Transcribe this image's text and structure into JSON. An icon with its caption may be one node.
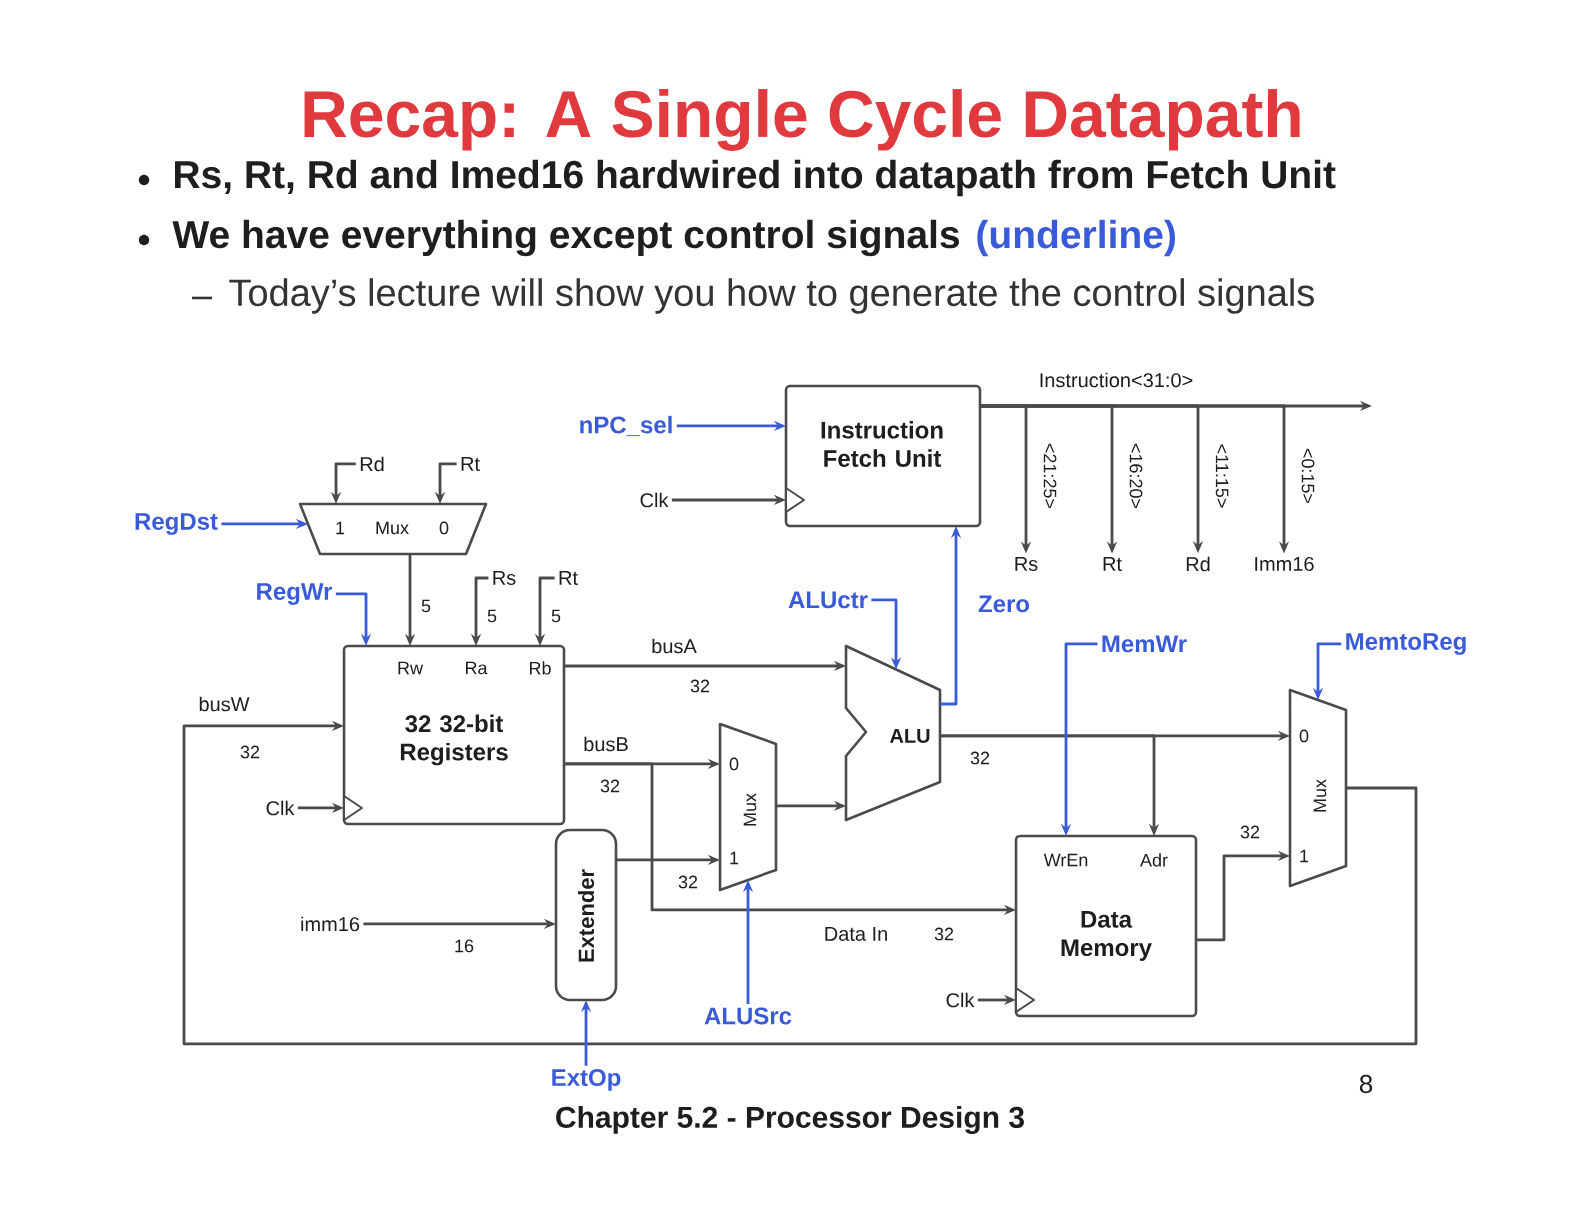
{
  "diagram": {
    "title": "Recap: A Single Cycle Datapath",
    "caption": "Chapter 5.2 - Processor Design 3",
    "nodes": [
      {
        "text": [
          "nPC_sel"
        ]
      },
      {
        "text": [
          "Instruction Fetch Unit"
        ]
      },
      {
        "text": [
          "Clk"
        ]
      },
      {
        "text": [
          "Rd"
        ]
      },
      {
        "text": [
          "Rt"
        ]
      },
      {
        "text": [
          "RegDst"
        ]
      },
      {
        "text": [
          "1",
          "Mux",
          "0"
        ]
      },
      {
        "text": [
          "Rs"
        ]
      },
      {
        "text": [
          "Rt"
        ]
      },
      {
        "text": [
          "Rd"
        ]
      },
      {
        "text": [
          "Imm16"
        ]
      },
      {
        "text": [
          "RegWr"
        ]
      },
      {
        "text": [
          "Rs"
        ]
      },
      {
        "text": [
          "Rt"
        ]
      },
      {
        "text": [
          "ALUctr"
        ]
      },
      {
        "text": [
          "MemWr"
        ]
      },
      {
        "text": [
          "MemtoReg"
        ]
      },
      {
        "text": [
          "Rw",
          "Ra",
          "Rb",
          "32 32-bit Registers"
        ]
      },
      {
        "text": [
          "ALU"
        ]
      },
      {
        "text": [
          "0",
          "Mux",
          "1"
        ]
      },
      {
        "text": [
          "0",
          "Mux",
          "1"
        ]
      },
      {
        "text": [
          "Clk"
        ]
      },
      {
        "text": [
          "WrEn",
          "Adr",
          "Data Memory"
        ]
      },
      {
        "text": [
          "Extender"
        ]
      },
      {
        "text": [
          "imm16"
        ]
      },
      {
        "text": [
          "Clk"
        ]
      },
      {
        "text": [
          "ALUSrc"
        ]
      },
      {
        "text": [
          "ExtOp"
        ]
      }
    ],
    "edges": [
      {
        "from": 0,
        "to": 1,
        "arrow": "to",
        "color": "#3a5bd9"
      },
      {
        "from": 2,
        "to": 1,
        "arrow": "to"
      },
      {
        "from": 1,
        "to": null,
        "arrow": "to",
        "label": "Instruction<31:0>"
      },
      {
        "from": 1,
        "to": 7,
        "arrow": "to",
        "label": "<21:25>"
      },
      {
        "from": 1,
        "to": 8,
        "arrow": "to",
        "label": "<16:20>"
      },
      {
        "from": 1,
        "to": 9,
        "arrow": "to",
        "label": "<11:15>"
      },
      {
        "from": 1,
        "to": 10,
        "arrow": "to",
        "label": "<0:15>"
      },
      {
        "from": 18,
        "to": 1,
        "arrow": "to",
        "label": "Zero",
        "color": "#3a5bd9"
      },
      {
        "from": 3,
        "to": 6,
        "arrow": "to"
      },
      {
        "from": 4,
        "to": 6,
        "arrow": "to"
      },
      {
        "from": 5,
        "to": 6,
        "arrow": "to",
        "color": "#3a5bd9"
      },
      {
        "from": 6,
        "to": 17,
        "arrow": "to",
        "label": "5"
      },
      {
        "from": 12,
        "to": 17,
        "arrow": "to",
        "label": "5"
      },
      {
        "from": 13,
        "to": 17,
        "arrow": "to",
        "label": "5"
      },
      {
        "from": 11,
        "to": 17,
        "arrow": "to",
        "color": "#3a5bd9"
      },
      {
        "from": 21,
        "to": 17,
        "arrow": "to"
      },
      {
        "from": 20,
        "to": 17,
        "arrow": "to",
        "label": "busW"
      },
      {
        "from": 17,
        "to": 18,
        "arrow": "to",
        "label": "busA"
      },
      {
        "from": 17,
        "to": 19,
        "arrow": "to",
        "label": "busB"
      },
      {
        "from": 17,
        "to": 22,
        "arrow": "to",
        "label": "Data In"
      },
      {
        "from": 24,
        "to": 23,
        "arrow": "to",
        "label": "16"
      },
      {
        "from": 27,
        "to": 23,
        "arrow": "to",
        "color": "#3a5bd9"
      },
      {
        "from": 23,
        "to": 19,
        "arrow": "to",
        "label": "32"
      },
      {
        "from": 26,
        "to": 19,
        "arrow": "to",
        "color": "#3a5bd9"
      },
      {
        "from": 19,
        "to": 18,
        "arrow": "to"
      },
      {
        "from": 14,
        "to": 18,
        "arrow": "to",
        "color": "#3a5bd9"
      },
      {
        "from": 18,
        "to": 20,
        "arrow": "to",
        "label": "32"
      },
      {
        "from": 18,
        "to": 22,
        "arrow": "to"
      },
      {
        "from": 15,
        "to": 22,
        "arrow": "to",
        "color": "#3a5bd9"
      },
      {
        "from": 25,
        "to": 22,
        "arrow": "to"
      },
      {
        "from": 22,
        "to": 20,
        "arrow": "to",
        "label": "32"
      },
      {
        "from": 16,
        "to": 20,
        "arrow": "to",
        "color": "#3a5bd9"
      }
    ],
    "labels": [
      "Rs, Rt, Rd and Imed16 hardwired into datapath from Fetch Unit",
      "We have everything except control signals",
      "(underline)",
      "Today’s lecture will show you how to generate the control signals",
      "32",
      "32",
      "32",
      "32",
      "8"
    ]
  }
}
